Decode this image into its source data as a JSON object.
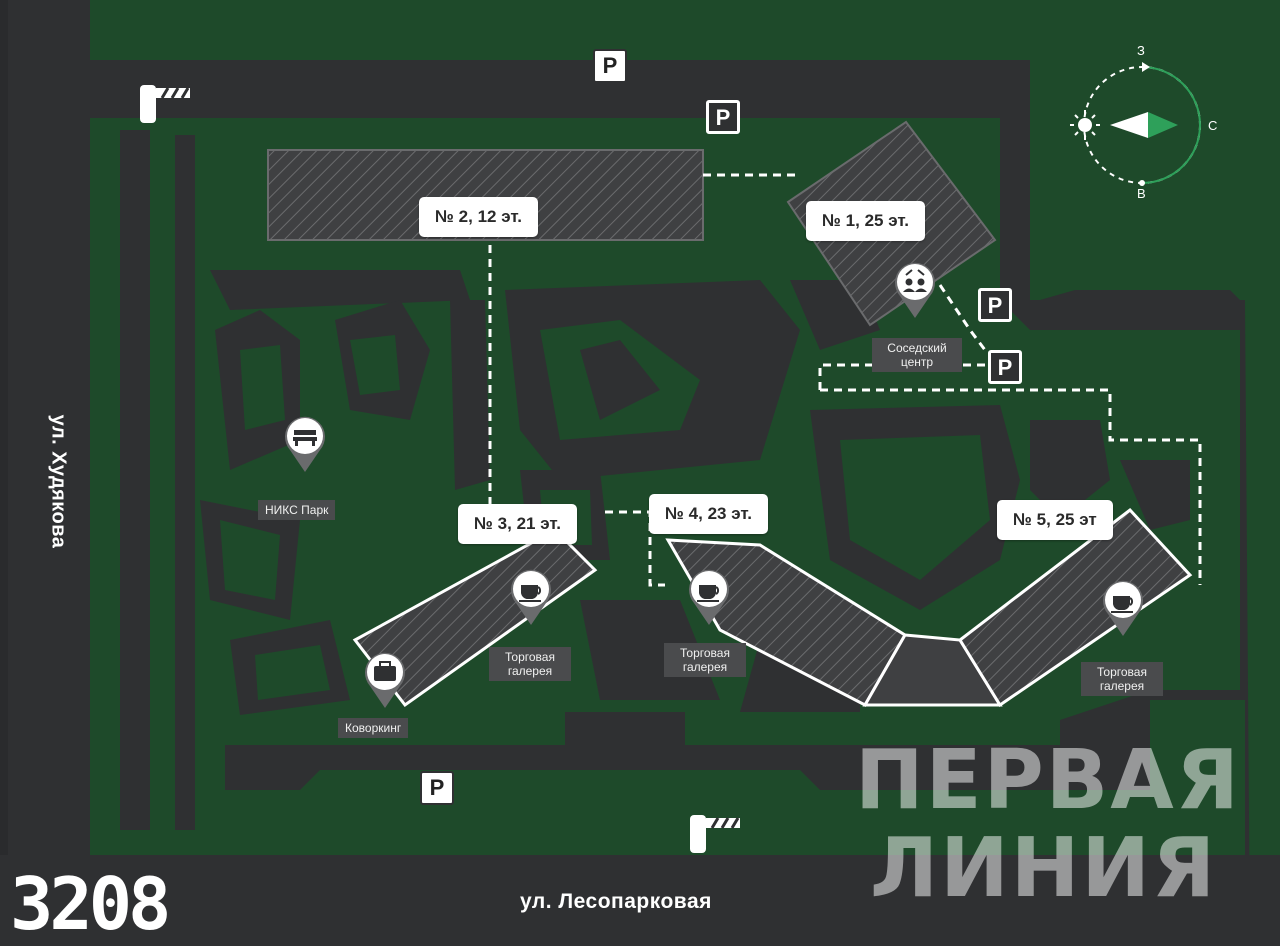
{
  "streets": {
    "left": "ул. Худякова",
    "bottom": "ул. Лесопарковая"
  },
  "buildings": [
    {
      "id": "b1",
      "label": "№ 1, 25 эт."
    },
    {
      "id": "b2",
      "label": "№ 2, 12 эт."
    },
    {
      "id": "b3",
      "label": "№ 3, 21 эт."
    },
    {
      "id": "b4",
      "label": "№ 4, 23 эт."
    },
    {
      "id": "b5",
      "label": "№ 5, 25 эт"
    }
  ],
  "pois": {
    "neighbor_center": "Соседский центр",
    "park": "НИКС Парк",
    "coworking": "Коворкинг",
    "gallery": "Торговая галерея"
  },
  "parking_symbol": "P",
  "compass": {
    "north": "З",
    "east": "С",
    "south": "В"
  },
  "watermark": {
    "line1": "ПЕРВАЯ",
    "line2": "ЛИНИЯ"
  },
  "corner_id": "3208",
  "colors": {
    "green": "#1e4a2a",
    "road": "#2f3032",
    "white": "#ffffff"
  }
}
